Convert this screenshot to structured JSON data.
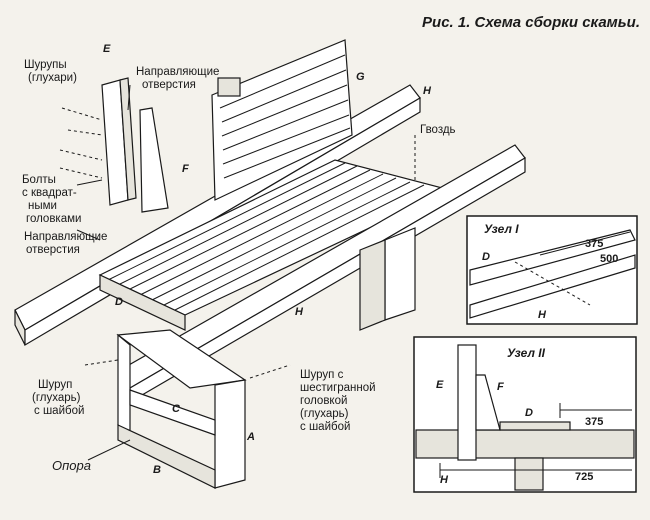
{
  "title": "Рис. 1. Схема сборки скамьи.",
  "callouts": {
    "screws_top": [
      "Шурупы",
      "(глухари)"
    ],
    "guide_holes_top": [
      "Направляющие",
      "отверстия"
    ],
    "bolts": [
      "Болты",
      "с квадрат-",
      "ными",
      "головками"
    ],
    "guide_holes_mid": [
      "Направляющие",
      "отверстия"
    ],
    "nail": "Гвоздь",
    "screw_washer": [
      "Шуруп",
      "(глухарь)",
      "с шайбой"
    ],
    "hex_screw": [
      "Шуруп с",
      "шестигранной",
      "головкой",
      "(глухарь)",
      "с шайбой"
    ],
    "support": "Опора"
  },
  "part_letters": {
    "A": "A",
    "B": "B",
    "C": "C",
    "D": "D",
    "E": "E",
    "F": "F",
    "G": "G",
    "H": "H"
  },
  "inset1": {
    "title": "Узел I",
    "dim_a": "375",
    "dim_b": "500",
    "letter_d": "D",
    "letter_h": "H"
  },
  "inset2": {
    "title": "Узел II",
    "dim_a": "375",
    "dim_b": "725",
    "letter_e": "E",
    "letter_f": "F",
    "letter_d": "D",
    "letter_h": "H"
  }
}
